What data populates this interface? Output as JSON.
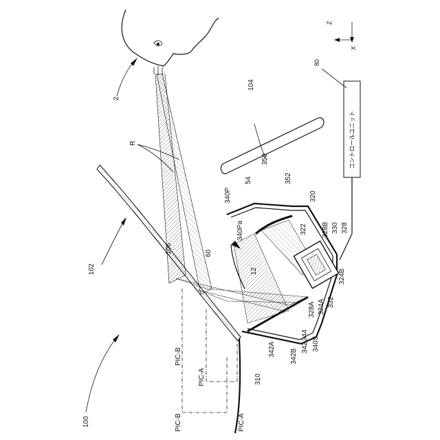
{
  "axes": {
    "z": "Z",
    "x": "X"
  },
  "control_unit": {
    "text": "コントロールユニット",
    "ref": "80"
  },
  "labels": {
    "l2": "2",
    "l100": "100",
    "l102": "102",
    "l104": "104",
    "l106": "106",
    "l60": "60",
    "l54": "54",
    "l350": "350",
    "l352": "352",
    "l340P": "340P",
    "l340Pa": "340Pa",
    "l12": "12",
    "l320": "320",
    "l322": "322",
    "l328B": "328B",
    "l330": "330",
    "l328": "328",
    "l324B": "324B",
    "l332": "332",
    "l324A": "324A",
    "l328A": "328A",
    "l340S": "340S",
    "l344": "344",
    "l342": "342",
    "l342A": "342A",
    "l342B": "342B",
    "l310": "310",
    "lR": "R",
    "lPICB1": "PIC-B",
    "lPICA1": "PIC-A",
    "lPICB2": "PIC-B",
    "lPICA2": "PIC-A"
  }
}
